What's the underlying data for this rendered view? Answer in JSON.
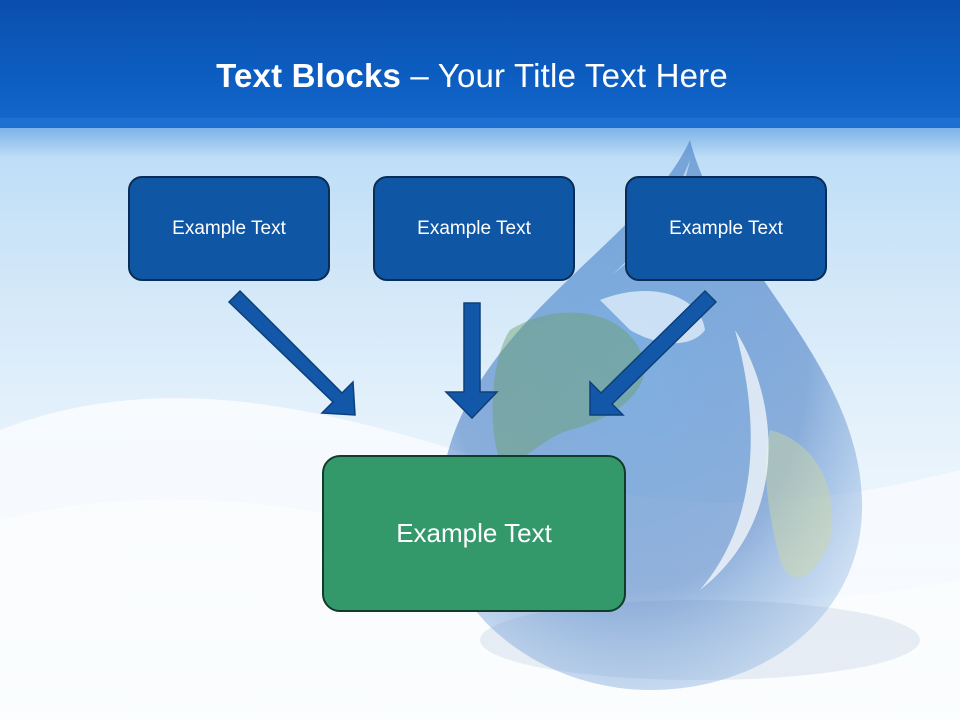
{
  "slide": {
    "title_bold": "Text Blocks",
    "title_rest": " – Your Title Text Here"
  },
  "diagram": {
    "top_boxes": [
      {
        "label": "Example Text"
      },
      {
        "label": "Example Text"
      },
      {
        "label": "Example Text"
      }
    ],
    "bottom_box": {
      "label": "Example Text"
    }
  },
  "colors": {
    "header_blue": "#0c5cc0",
    "box_blue": "#0f56a4",
    "box_green": "#34996a",
    "arrow_blue": "#1358a8"
  },
  "decoration": {
    "background_image": "water-drop-with-earth"
  }
}
